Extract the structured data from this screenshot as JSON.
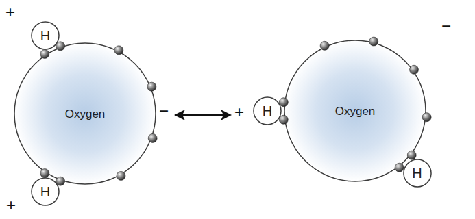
{
  "diagram": {
    "nodes": [
      {
        "text": [
          "H"
        ]
      },
      {
        "text": [
          "Oxygen"
        ]
      },
      {
        "text": [
          "H"
        ]
      },
      {
        "text": [
          "H"
        ]
      },
      {
        "text": [
          "Oxygen"
        ]
      },
      {
        "text": [
          "H"
        ]
      }
    ],
    "labels": [
      "+",
      "−",
      "+",
      "+",
      "−"
    ]
  }
}
